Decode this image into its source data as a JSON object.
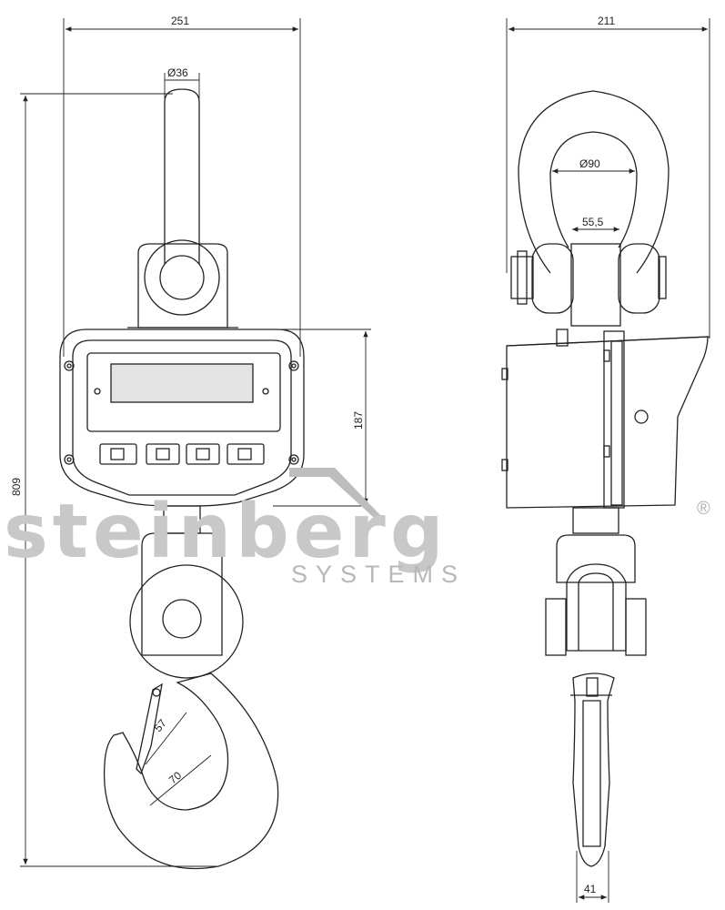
{
  "dimensions": {
    "front_width": "251",
    "shackle_pin_diameter": "Ø36",
    "total_height": "809",
    "display_height": "187",
    "hook_throat": "57",
    "hook_inner": "70",
    "side_width": "211",
    "shackle_inner_diameter": "Ø90",
    "shackle_inner_width": "55,5",
    "hook_thickness": "41"
  },
  "logo": {
    "brand": "steinberg",
    "tagline": "SYSTEMS",
    "registered_mark": "®"
  }
}
